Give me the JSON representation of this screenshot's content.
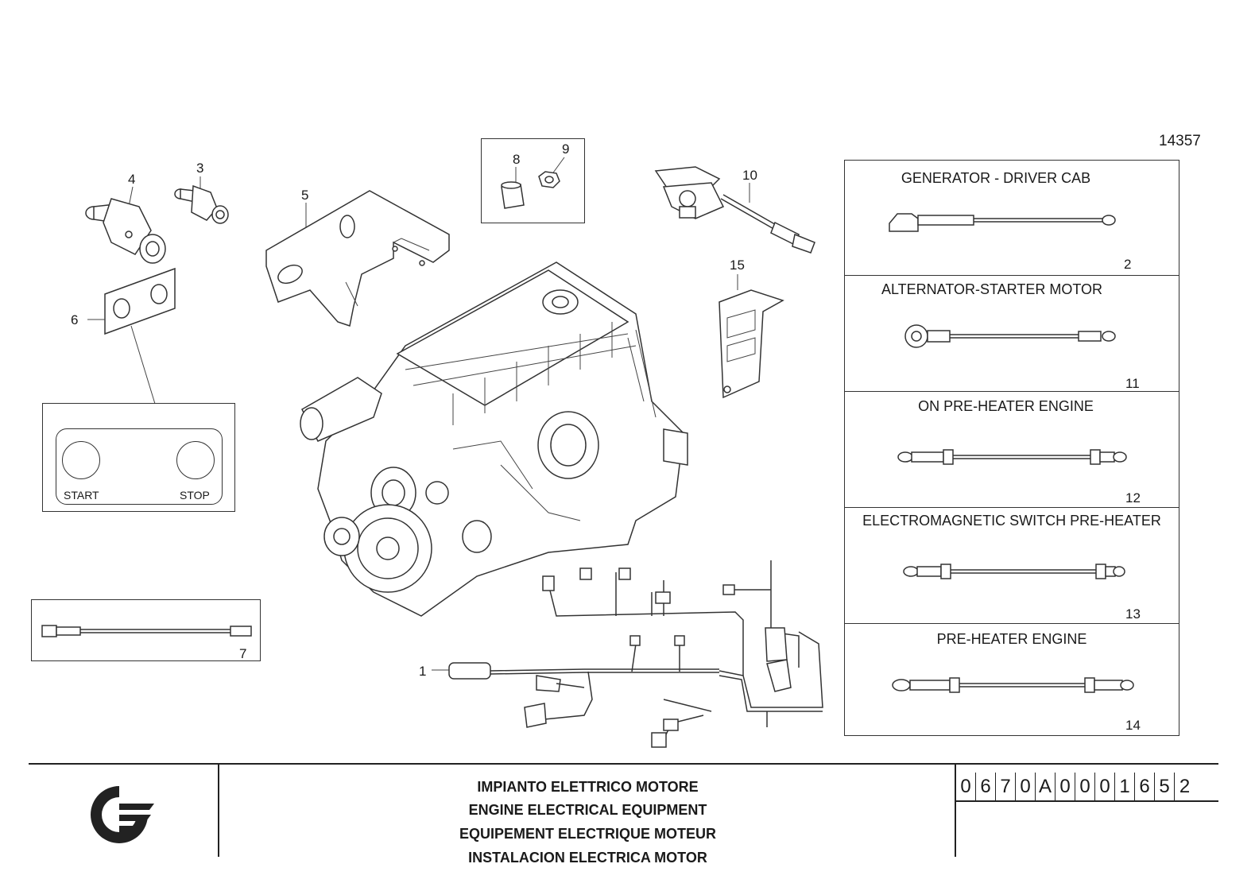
{
  "drawing_number": "14357",
  "callouts": [
    "1",
    "2",
    "3",
    "4",
    "5",
    "6",
    "7",
    "8",
    "9",
    "10",
    "11",
    "12",
    "13",
    "14",
    "15"
  ],
  "start_stop": {
    "start": "START",
    "stop": "STOP"
  },
  "panels": [
    {
      "title": "GENERATOR - DRIVER CAB",
      "num": "2"
    },
    {
      "title": "ALTERNATOR-STARTER MOTOR",
      "num": "11"
    },
    {
      "title": "ON PRE-HEATER ENGINE",
      "num": "12"
    },
    {
      "title": "ELECTROMAGNETIC SWITCH PRE-HEATER",
      "num": "13"
    },
    {
      "title": "PRE-HEATER ENGINE",
      "num": "14"
    }
  ],
  "title_block": {
    "lines": [
      "IMPIANTO ELETTRICO MOTORE",
      "ENGINE ELECTRICAL EQUIPMENT",
      "EQUIPEMENT ELECTRIQUE MOTEUR",
      "INSTALACION ELECTRICA MOTOR"
    ],
    "code": [
      "0",
      "6",
      "7",
      "0",
      "A",
      "0",
      "0",
      "0",
      "1",
      "6",
      "5",
      "2"
    ]
  }
}
